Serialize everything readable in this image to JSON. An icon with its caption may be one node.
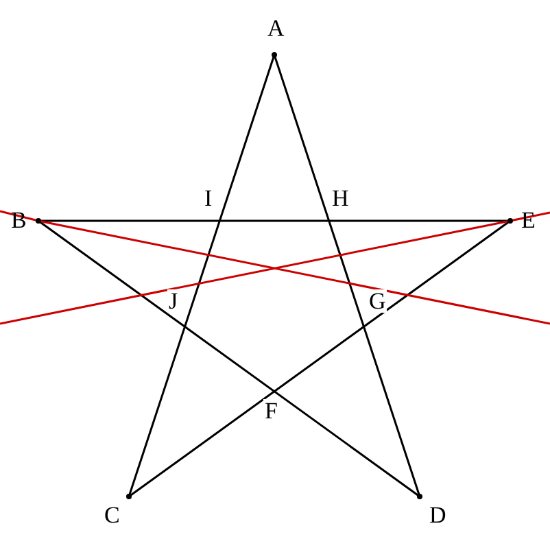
{
  "diagram": {
    "nodes": [
      {
        "text": [
          "A"
        ]
      },
      {
        "text": [
          "B"
        ]
      },
      {
        "text": [
          "E"
        ]
      },
      {
        "text": [
          "C"
        ]
      },
      {
        "text": [
          "D"
        ]
      }
    ],
    "edges": [
      {
        "from": 0,
        "to": 3,
        "arrow": "none"
      },
      {
        "from": 0,
        "to": 4,
        "arrow": "none"
      },
      {
        "from": 1,
        "to": 2,
        "arrow": "none"
      },
      {
        "from": 1,
        "to": 4,
        "arrow": "none"
      },
      {
        "from": 3,
        "to": 2,
        "arrow": "none"
      },
      {
        "from": null,
        "to": 1,
        "arrow": "none",
        "color": "#cc0000"
      },
      {
        "from": 1,
        "to": null,
        "arrow": "none",
        "color": "#cc0000"
      },
      {
        "from": null,
        "to": 2,
        "arrow": "none",
        "color": "#cc0000"
      },
      {
        "from": 2,
        "to": null,
        "arrow": "none",
        "color": "#cc0000"
      }
    ],
    "labels": [
      "I",
      "H",
      "J",
      "G",
      "F"
    ]
  }
}
